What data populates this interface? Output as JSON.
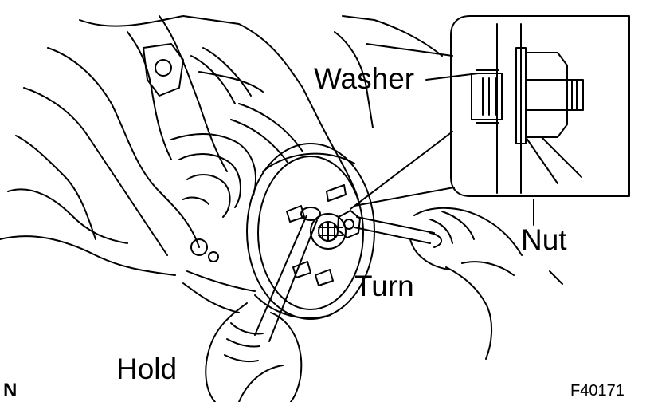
{
  "labels": {
    "washer": "Washer",
    "nut": "Nut",
    "turn": "Turn",
    "hold": "Hold",
    "corner_mark": "N",
    "figure_code": "F40171"
  },
  "colors": {
    "ink": "#000000",
    "paper": "#ffffff"
  }
}
